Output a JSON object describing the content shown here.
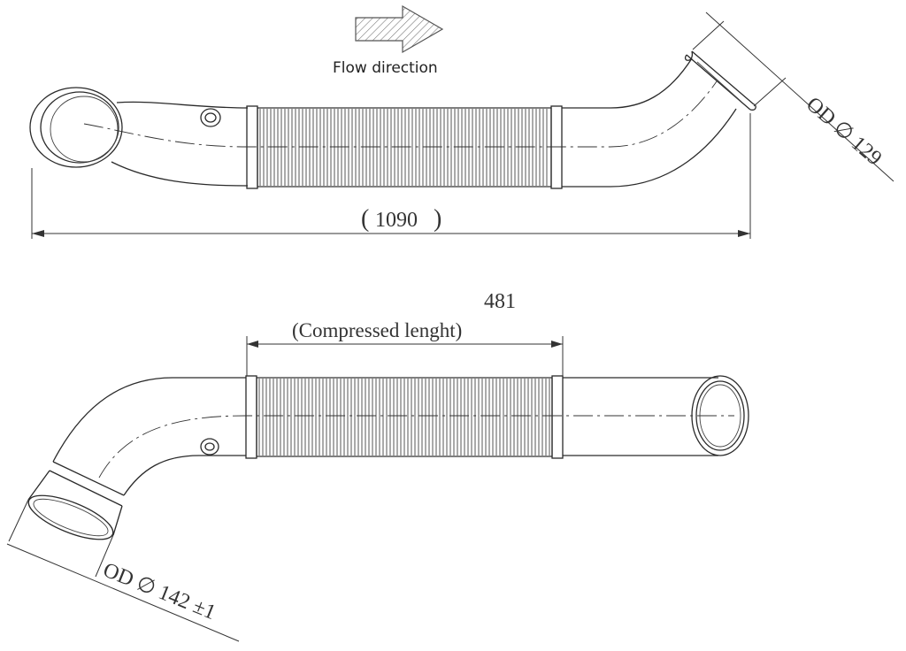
{
  "flow_label": "Flow direction",
  "dim_overall": "1090",
  "dim_od_outlet": "OD ∅ 129",
  "dim_bellows_value": "481",
  "dim_bellows_note": "(Compressed lenght)",
  "dim_od_inlet": "OD ∅ 142 ±1",
  "icons": [
    "flow-arrow-icon",
    "bellows-corrugation-icon",
    "sensor-boss-icon"
  ]
}
